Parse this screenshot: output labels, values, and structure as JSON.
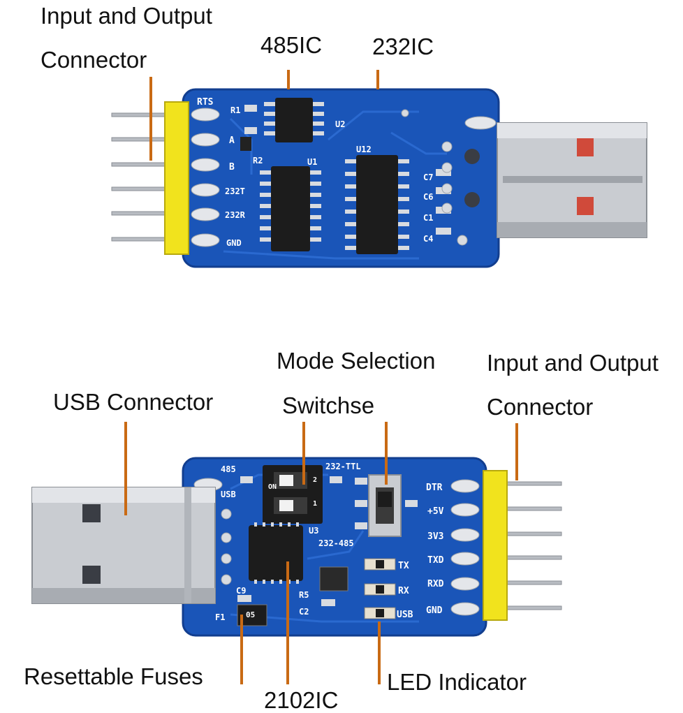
{
  "colors": {
    "pcb": "#1a55b8",
    "pcb_dark": "#123e8f",
    "pin_header": "#f1e31d",
    "usb_metal": "#c9ccd1",
    "leader": "#c96a14",
    "chip": "#1c1c1c"
  },
  "top_board": {
    "callouts": {
      "io_connector_line1": "Input and Output",
      "io_connector_line2": "Connector",
      "ic_485": "485IC",
      "ic_232": "232IC"
    },
    "silkscreen": {
      "rts": "RTS",
      "a": "A",
      "b": "B",
      "t232": "232T",
      "r232": "232R",
      "gnd": "GND",
      "r1": "R1",
      "r2": "R2",
      "u1": "U1",
      "u2": "U2",
      "u12": "U12",
      "c7": "C7",
      "c6": "C6",
      "c1": "C1",
      "c4": "C4"
    }
  },
  "bottom_board": {
    "callouts": {
      "usb_connector": "USB Connector",
      "mode_line1": "Mode Selection",
      "mode_line2": "Switchse",
      "io_connector_line1": "Input and Output",
      "io_connector_line2": "Connector",
      "fuses": "Resettable Fuses",
      "ic_2102": "2102IC",
      "led": "LED Indicator"
    },
    "silkscreen": {
      "s485": "485",
      "usb": "USB",
      "on": "ON",
      "sw1": "1",
      "sw2": "2",
      "ttl": "232-TTL",
      "s232_485": "232-485",
      "u3": "U3",
      "dtr": "DTR",
      "v5": "+5V",
      "v3": "3V3",
      "txd": "TXD",
      "rxd": "RXD",
      "gnd": "GND",
      "tx": "TX",
      "rx": "RX",
      "usb_led": "USB",
      "c9": "C9",
      "r5": "R5",
      "c2": "C2",
      "f1": "F1",
      "fuse_mark": "05"
    }
  }
}
